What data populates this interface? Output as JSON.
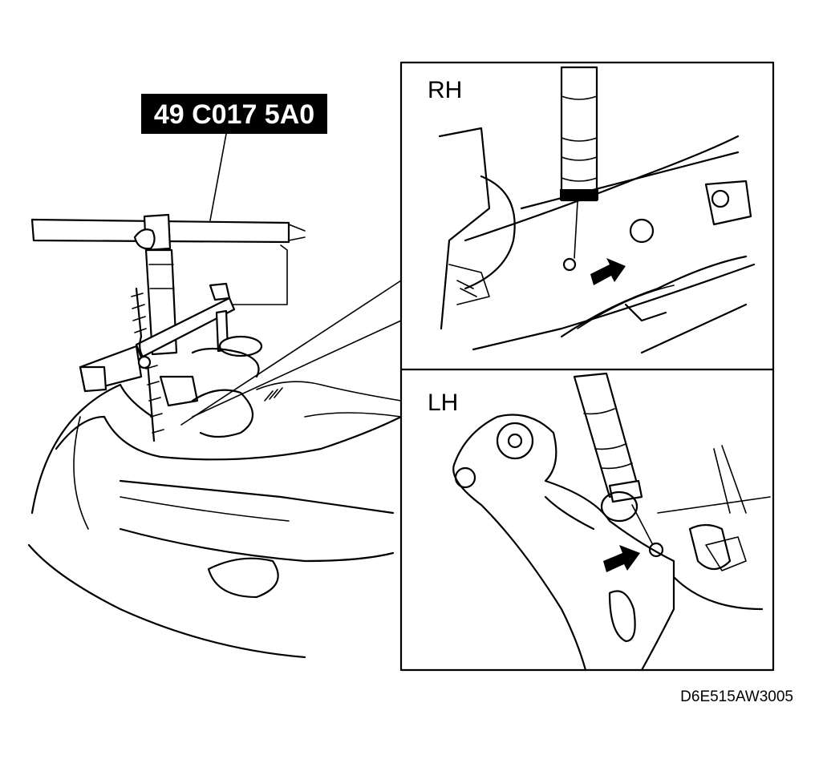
{
  "tool_label": "49 C017 5A0",
  "detail_rh": {
    "label": "RH"
  },
  "detail_lh": {
    "label": "LH"
  },
  "figure_code": "D6E515AW3005",
  "colors": {
    "ink": "#000000",
    "paper": "#ffffff"
  }
}
